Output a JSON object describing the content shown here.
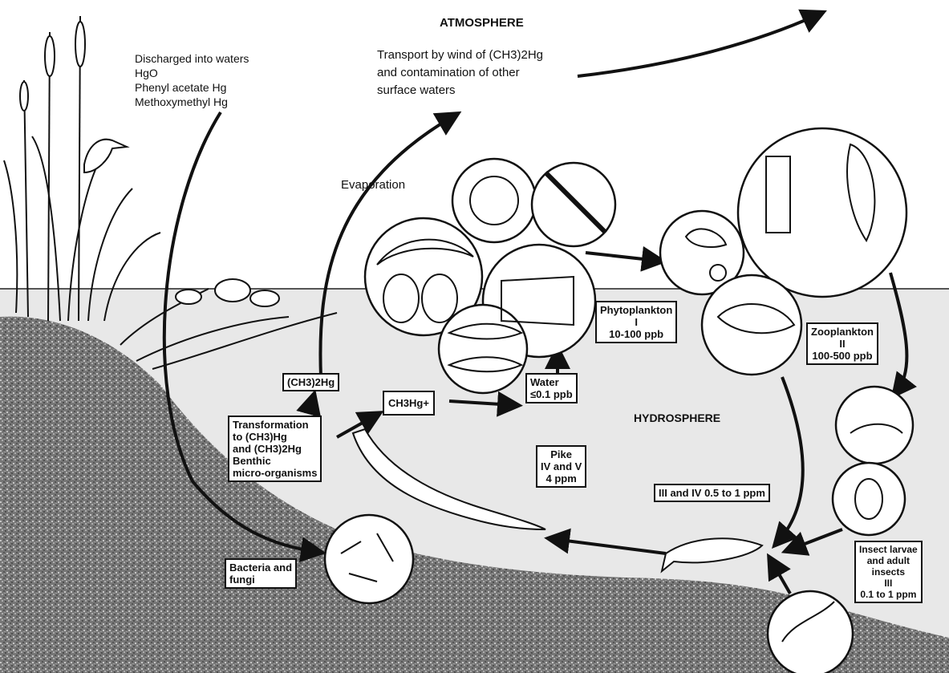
{
  "atmosphere": {
    "title": "ATMOSPHERE",
    "transport_lines": [
      "Transport by wind of (CH3)2Hg",
      "and contamination of other",
      "surface waters"
    ]
  },
  "discharge": {
    "lines": [
      "Discharged into waters",
      "HgO",
      "Phenyl acetate Hg",
      "Methoxymethyl Hg"
    ]
  },
  "evaporation_label": "Evaporation",
  "hydrosphere_label": "HYDROSPHERE",
  "boxes": {
    "dimethyl": "(CH3)2Hg",
    "methyl_ion": "CH3Hg+",
    "water": [
      "Water",
      "≤0.1 ppb"
    ],
    "transformation": [
      "Transformation",
      "to (CH3)Hg",
      "and (CH3)2Hg",
      "Benthic",
      "micro-organisms"
    ],
    "phytoplankton": [
      "Phytoplankton",
      "I",
      "10-100 ppb"
    ],
    "zooplankton": [
      "Zooplankton",
      "II",
      "100-500 ppb"
    ],
    "pike": [
      "Pike",
      "IV and V",
      "4 ppm"
    ],
    "small_fish": "III and IV 0.5 to 1 ppm",
    "bacteria": [
      "Bacteria and",
      "fungi"
    ],
    "insects": [
      "Insect larvae",
      "and adult",
      "insects",
      "III",
      "0.1 to 1 ppm"
    ]
  },
  "colors": {
    "ink": "#111111",
    "water": "#e6e6e6",
    "sediment": "#6a6a6a",
    "paper": "#ffffff"
  }
}
